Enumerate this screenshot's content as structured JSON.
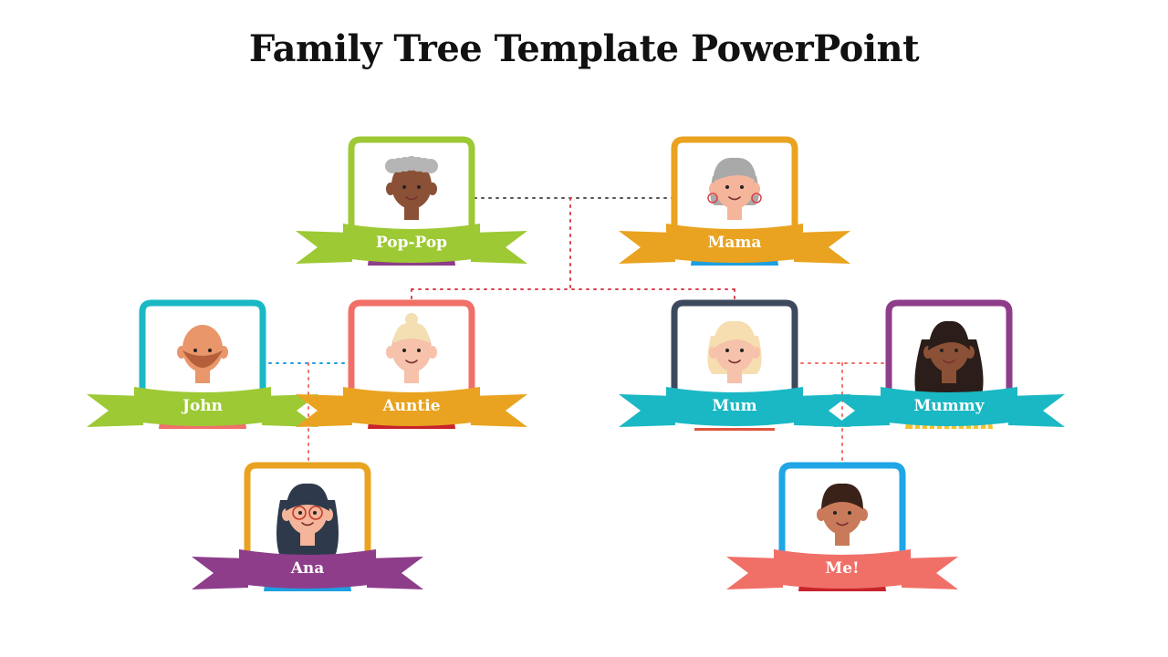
{
  "title": "Family Tree Template PowerPoint",
  "members": [
    {
      "id": "poppop",
      "name": "Pop-Pop",
      "frame_color": "#9dc934",
      "ribbon_color": "#9dc934",
      "ribbon_dark": "#6f8f22",
      "skin": "#8a5136",
      "hair": "#b5b5b5",
      "shirt": "#8e3d8a",
      "hair_style": "curly-grey"
    },
    {
      "id": "mama",
      "name": "Mama",
      "frame_color": "#e9a320",
      "ribbon_color": "#e9a320",
      "ribbon_dark": "#b57a10",
      "skin": "#f4b59a",
      "hair": "#a9a9a9",
      "shirt": "#1e9fe0",
      "hair_style": "grey-bob",
      "earrings": true
    },
    {
      "id": "john",
      "name": "John",
      "frame_color": "#1ab8c4",
      "ribbon_color": "#9dc934",
      "ribbon_dark": "#6f8f22",
      "skin": "#e8966a",
      "hair": "#b5603a",
      "shirt": "#f0706a",
      "hair_style": "bald-beard"
    },
    {
      "id": "auntie",
      "name": "Auntie",
      "frame_color": "#f07068",
      "ribbon_color": "#e9a320",
      "ribbon_dark": "#b57a10",
      "skin": "#f6c2ab",
      "hair": "#f3dfb2",
      "shirt": "#c8242b",
      "hair_style": "bun"
    },
    {
      "id": "mum",
      "name": "Mum",
      "frame_color": "#3d4a5e",
      "ribbon_color": "#1ab8c4",
      "ribbon_dark": "#118892",
      "skin": "#f6c2ab",
      "hair": "#f6deb0",
      "shirt": "#ffffff",
      "hair_style": "blonde-bob"
    },
    {
      "id": "mummy",
      "name": "Mummy",
      "frame_color": "#8e3d8a",
      "ribbon_color": "#1ab8c4",
      "ribbon_dark": "#118892",
      "skin": "#8a5136",
      "hair": "#2a1d1a",
      "shirt": "#f2c230",
      "hair_style": "long-dark"
    },
    {
      "id": "ana",
      "name": "Ana",
      "frame_color": "#e9a320",
      "ribbon_color": "#8e3d8a",
      "ribbon_dark": "#5f285c",
      "skin": "#f4b59a",
      "hair": "#2e3a4c",
      "shirt": "#1e9fe0",
      "hair_style": "long-glasses"
    },
    {
      "id": "me",
      "name": "Me!",
      "frame_color": "#1ea6e6",
      "ribbon_color": "#f07068",
      "ribbon_dark": "#c04a44",
      "skin": "#c97a5a",
      "hair": "#3a2218",
      "shirt": "#c8242b",
      "hair_style": "short-kid"
    }
  ],
  "connector_colors": {
    "grey": "#555555",
    "red": "#d9414c",
    "blue": "#1e9fe0",
    "salmon": "#f07068"
  }
}
